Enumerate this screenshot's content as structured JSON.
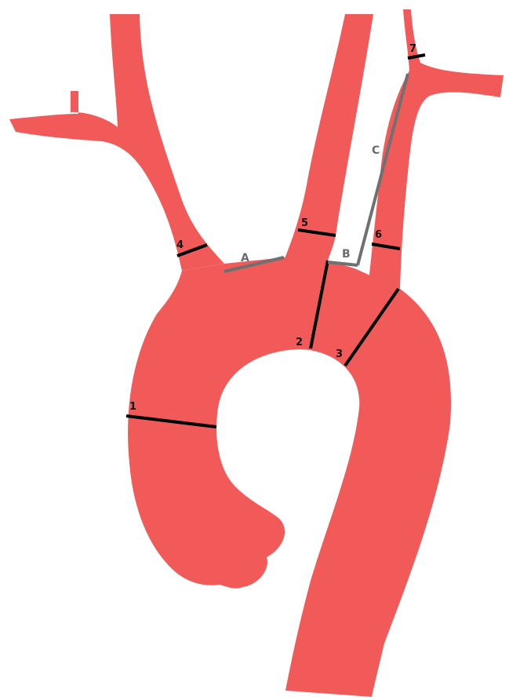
{
  "colors": {
    "vessel": "#F25A5A",
    "measure_line": "#000000",
    "segment_line": "#707070",
    "background": "#FFFFFF"
  },
  "measurements": [
    {
      "id": "m1",
      "label": "1"
    },
    {
      "id": "m2",
      "label": "2"
    },
    {
      "id": "m3",
      "label": "3"
    },
    {
      "id": "m4",
      "label": "4"
    },
    {
      "id": "m5",
      "label": "5"
    },
    {
      "id": "m6",
      "label": "6"
    },
    {
      "id": "m7",
      "label": "7"
    }
  ],
  "segments": [
    {
      "id": "sA",
      "label": "A"
    },
    {
      "id": "sB",
      "label": "B"
    },
    {
      "id": "sC",
      "label": "C"
    }
  ]
}
